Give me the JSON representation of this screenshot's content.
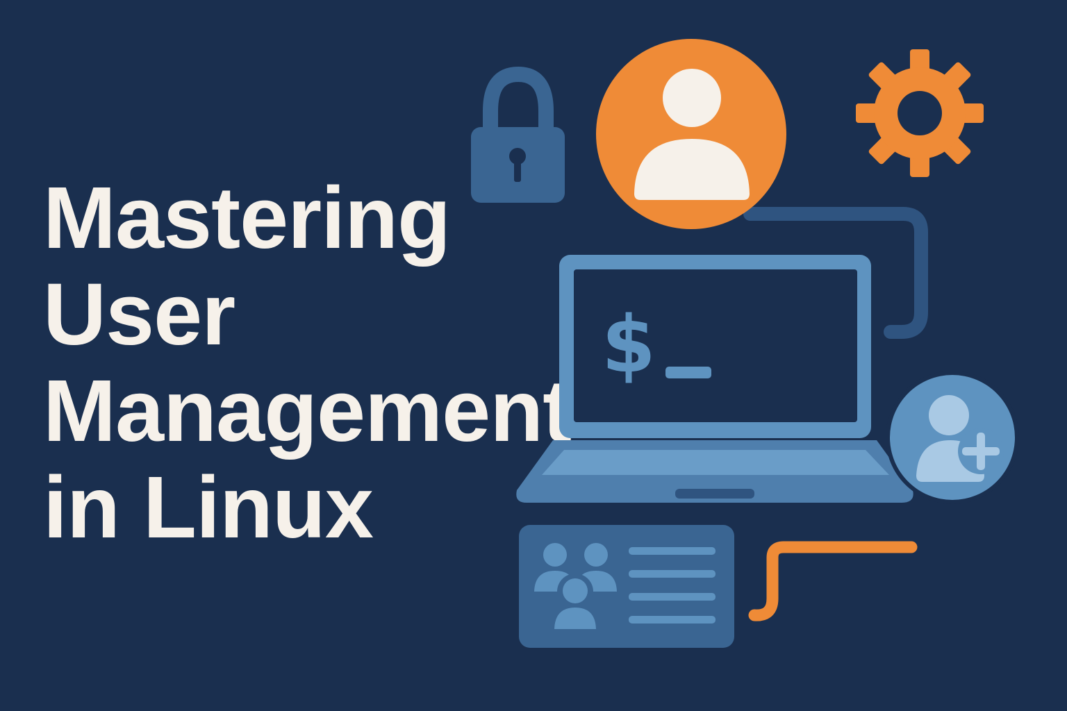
{
  "title": {
    "line1": "Mastering",
    "line2": "User",
    "line3": "Management",
    "line4": "in Linux"
  },
  "terminal": {
    "prompt": "$"
  },
  "icons": [
    "lock-icon",
    "user-icon",
    "gear-icon",
    "laptop-icon",
    "terminal-prompt-icon",
    "add-user-icon",
    "group-card-icon",
    "connector-line"
  ],
  "colors": {
    "background": "#1a2f4f",
    "title_text": "#f6f1ea",
    "orange_accent": "#ef8b37",
    "steel_blue": "#5e93c0",
    "muted_blue": "#3a6592",
    "light_blue": "#a9c9e4"
  }
}
